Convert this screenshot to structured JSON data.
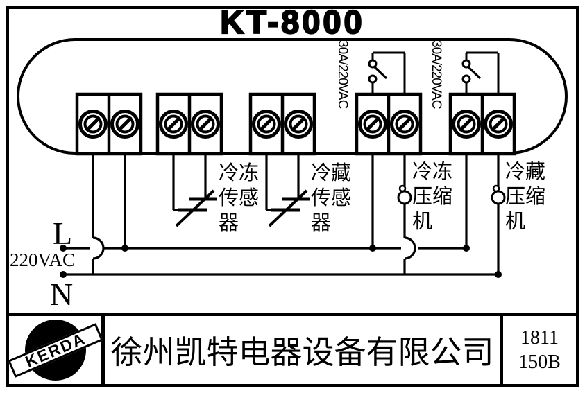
{
  "title": "KT-8000",
  "controller": {
    "relay_rating": "30A/220VAC"
  },
  "power": {
    "live": "L",
    "neutral": "N",
    "voltage": "220VAC"
  },
  "labels": {
    "freeze_sensor": [
      "冷冻",
      "传感",
      "器"
    ],
    "fridge_sensor": [
      "冷藏",
      "传感",
      "器"
    ],
    "freeze_compressor": [
      "冷冻",
      "压缩",
      "机"
    ],
    "fridge_compressor": [
      "冷藏",
      "压缩",
      "机"
    ]
  },
  "footer": {
    "brand": "KERDA",
    "company": "徐州凯特电器设备有限公司",
    "code_top": "1811",
    "code_bottom": "150B"
  },
  "colors": {
    "ink": "#000000",
    "paper": "#ffffff"
  }
}
